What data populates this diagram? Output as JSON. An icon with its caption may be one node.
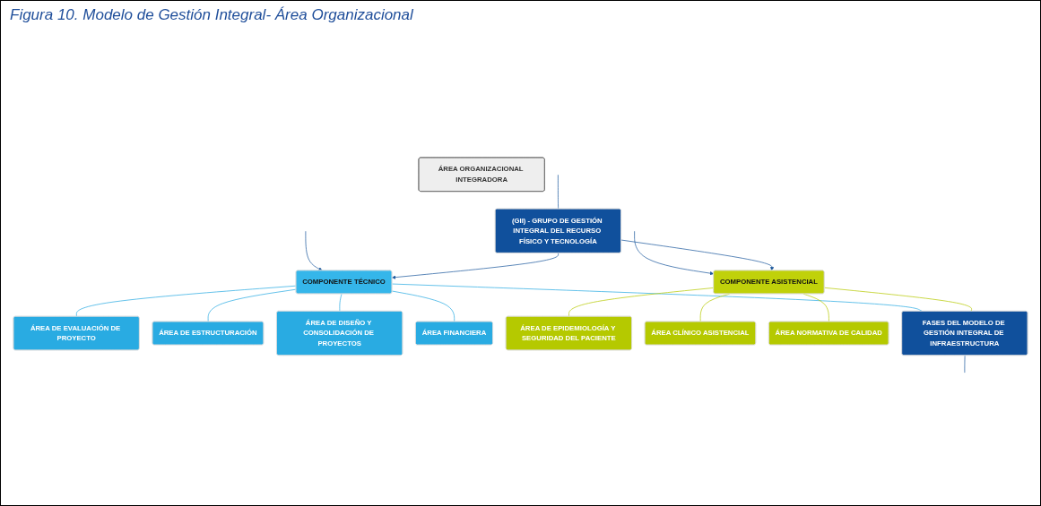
{
  "diagram": {
    "title": "Figura 10. Modelo de Gestión Integral- Área Organizacional",
    "nodes": [
      {
        "text": [
          "ÁREA ORGANIZACIONAL INTEGRADORA"
        ]
      },
      {
        "text": [
          "(GII) - GRUPO DE GESTIÓN INTEGRAL DEL RECURSO FÍSICO Y TECNOLOGÍA"
        ]
      },
      {
        "text": [
          "COMPONENTE TÉCNICO"
        ]
      },
      {
        "text": [
          "COMPONENTE ASISTENCIAL"
        ]
      },
      {
        "text": [
          "ÁREA DE EVALUACIÓN DE PROYECTO"
        ]
      },
      {
        "text": [
          "ÁREA DE ESTRUCTURACIÓN"
        ]
      },
      {
        "text": [
          "ÁREA DE DISEÑO Y CONSOLIDACIÓN DE PROYECTOS"
        ]
      },
      {
        "text": [
          "ÁREA FINANCIERA"
        ]
      },
      {
        "text": [
          "ÁREA DE EPIDEMIOLOGÍA Y SEGURIDAD DEL PACIENTE"
        ]
      },
      {
        "text": [
          "ÁREA CLÍNICO ASISTENCIAL"
        ]
      },
      {
        "text": [
          "ÁREA NORMATIVA DE CALIDAD"
        ]
      },
      {
        "text": [
          "FASES DEL MODELO DE GESTIÓN INTEGRAL DE INFRAESTRUCTURA"
        ]
      }
    ],
    "edges": [
      {
        "from": null,
        "to": 1,
        "arrow": "none"
      },
      {
        "from": null,
        "to": 2,
        "arrow": "to"
      },
      {
        "from": null,
        "to": 3,
        "arrow": "to"
      },
      {
        "from": 1,
        "to": 2,
        "arrow": "to"
      },
      {
        "from": 1,
        "to": 3,
        "arrow": "to"
      },
      {
        "from": 2,
        "to": 4,
        "arrow": "none",
        "color": "#29abe2"
      },
      {
        "from": 2,
        "to": 5,
        "arrow": "none",
        "color": "#29abe2"
      },
      {
        "from": 2,
        "to": 6,
        "arrow": "none",
        "color": "#29abe2"
      },
      {
        "from": 2,
        "to": 7,
        "arrow": "none",
        "color": "#29abe2"
      },
      {
        "from": 2,
        "to": 11,
        "arrow": "none",
        "color": "#29abe2"
      },
      {
        "from": 3,
        "to": 8,
        "arrow": "none",
        "color": "#b5c900"
      },
      {
        "from": 3,
        "to": 9,
        "arrow": "none",
        "color": "#b5c900"
      },
      {
        "from": 3,
        "to": 10,
        "arrow": "none",
        "color": "#b5c900"
      },
      {
        "from": 3,
        "to": 11,
        "arrow": "none",
        "color": "#b5c900"
      },
      {
        "from": 11,
        "to": null,
        "arrow": "none"
      }
    ]
  }
}
